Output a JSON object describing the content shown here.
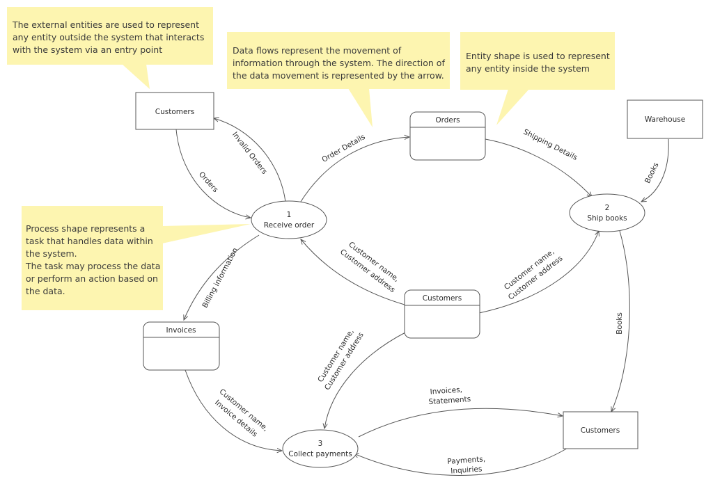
{
  "notes": {
    "external_entities": "The external entities are used to represent\nany entity outside the system that interacts\nwith the system via an entry point",
    "data_flows": "Data flows represent the movement of\ninformation through the system. The direction of\nthe data movement is represented by the arrow.",
    "entity_shape": "Entity shape is used to represent\nany entity inside the system",
    "process_shape": "Process shape represents a\ntask that handles data within\nthe system.\nThe task may process the data\nor perform an action based on\n the data."
  },
  "entities": {
    "customers_top": "Customers",
    "warehouse": "Warehouse",
    "customers_bottom": "Customers"
  },
  "stores": {
    "orders": "Orders",
    "invoices": "Invoices",
    "customers_store": "Customers"
  },
  "processes": {
    "receive_order": {
      "number": "1",
      "label": "Receive order"
    },
    "ship_books": {
      "number": "2",
      "label": "Ship books"
    },
    "collect_payments": {
      "number": "3",
      "label": "Collect payments"
    }
  },
  "flows": {
    "invalid_orders": "Invalid Orders",
    "orders": "Orders",
    "order_details": "Order Details",
    "shipping_details": "Shipping Details",
    "books_warehouse": "Books",
    "billing_information": "Billing information",
    "customer_name_to_receive": [
      "Customer name,",
      "Customer address"
    ],
    "customer_name_to_ship": [
      "Customer name,",
      "Customer address"
    ],
    "customer_name_to_collect": [
      "Customer name,",
      "Customer address"
    ],
    "books_ship": "Books",
    "customer_invoice": [
      "Customer name,",
      "Invoice details"
    ],
    "invoices_statements": [
      "Invoices,",
      "Statements"
    ],
    "payments_inquiries": [
      "Payments,",
      "Inquiries"
    ]
  },
  "colors": {
    "note_fill": "#fdf5b0",
    "line": "#555555"
  }
}
